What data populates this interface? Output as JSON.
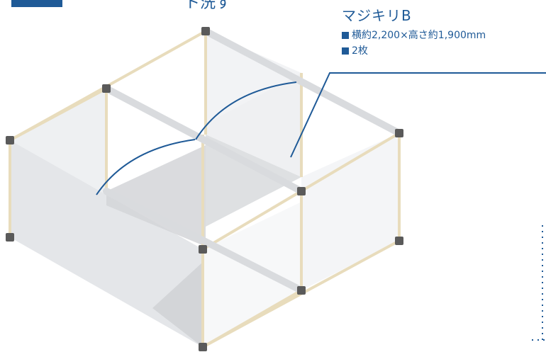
{
  "header": {
    "cut_text": "ト洗す"
  },
  "callout": {
    "title": "マジキリB",
    "size_spec": "横約2,200×高さ約1,900mm",
    "quantity": "2枚"
  },
  "colors": {
    "accent": "#1f5a97",
    "frame_pipe": "#e8dcbc",
    "joint": "#5a5a5a",
    "panel_light": "#eef0f2",
    "panel_dark": "#d3d5d8"
  }
}
